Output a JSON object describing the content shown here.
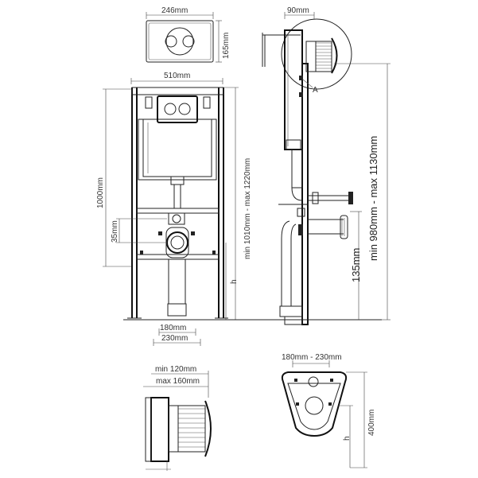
{
  "labels": {
    "plate_width": "246mm",
    "plate_height": "165mm",
    "frame_width": "510mm",
    "frame_height": "1000mm",
    "pipe_offset": "35mm",
    "frame_range": "min 1010mm - max 1220mm",
    "h_front": "h",
    "outlet_180": "180mm",
    "outlet_230": "230mm",
    "side_depth": "90mm",
    "marker_a": "A",
    "side_range": "min 980mm - max 1130mm",
    "side_135": "135mm",
    "button_min": "min 120mm",
    "button_max": "max 160mm",
    "bowl_range": "180mm - 230mm",
    "bowl_400": "400mm",
    "bowl_h": "h"
  }
}
